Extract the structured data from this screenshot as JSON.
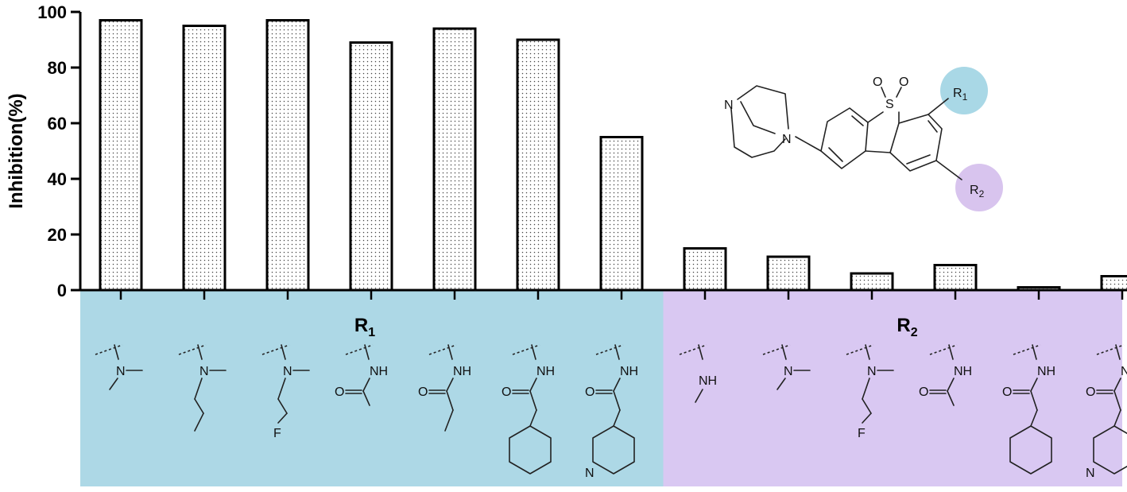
{
  "chart_data": {
    "type": "bar",
    "ylabel": "Inhibition(%)",
    "ylim": [
      0,
      100
    ],
    "yticks": [
      "0",
      "20",
      "40",
      "60",
      "80",
      "100"
    ],
    "values": [
      97,
      95,
      97,
      89,
      94,
      90,
      55,
      15,
      12,
      6,
      9,
      1,
      5
    ],
    "groups": [
      {
        "label": "R",
        "sub": "1",
        "color": "#add8e6",
        "start": 0,
        "end": 6
      },
      {
        "label": "R",
        "sub": "2",
        "color": "#d9c8f2",
        "start": 7,
        "end": 12
      }
    ],
    "inset_labels": {
      "r1": {
        "label": "R",
        "sub": "1",
        "color": "#a9d8e6"
      },
      "r2": {
        "label": "R",
        "sub": "2",
        "color": "#d8c4ee"
      },
      "atoms": {
        "n": "N",
        "s": "S",
        "o": "O"
      }
    },
    "substituent_atoms": {
      "n": "N",
      "nh": "NH",
      "o": "O",
      "f": "F"
    }
  }
}
